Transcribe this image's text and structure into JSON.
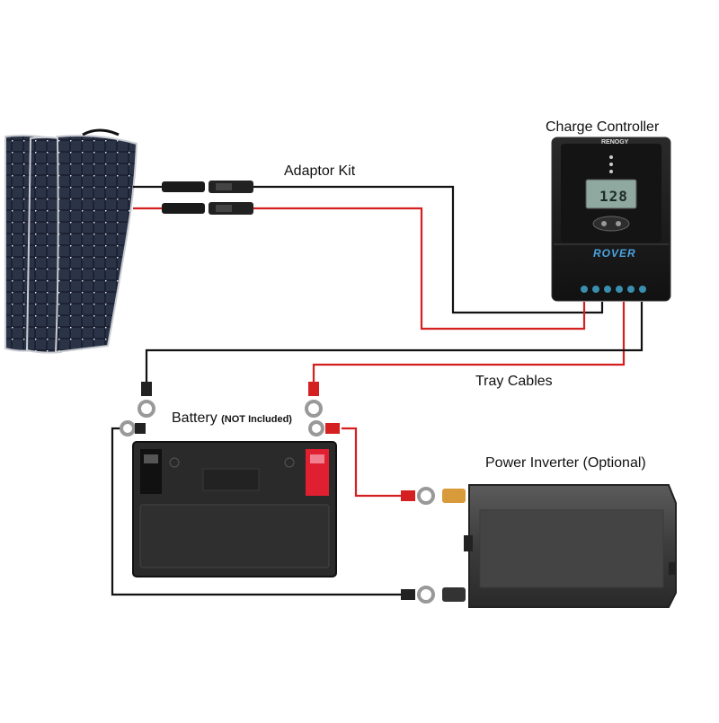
{
  "labels": {
    "charge_controller": "Charge Controller",
    "adaptor_kit": "Adaptor Kit",
    "tray_cables": "Tray Cables",
    "battery": "Battery",
    "battery_note": "(NOT Included)",
    "power_inverter": "Power Inverter (Optional)"
  },
  "controller": {
    "brand": "RENOGY",
    "model": "ROVER",
    "display_value": "128"
  },
  "colors": {
    "positive_wire": "#d42020",
    "negative_wire": "#111111",
    "controller_body": "#1b1b1b",
    "battery_body": "#2a2a2a",
    "battery_positive_terminal": "#e02030",
    "inverter_body": "#4a4a4a"
  },
  "components": [
    "solar-panels",
    "adaptor-kit",
    "charge-controller",
    "tray-cables",
    "battery",
    "power-inverter"
  ]
}
